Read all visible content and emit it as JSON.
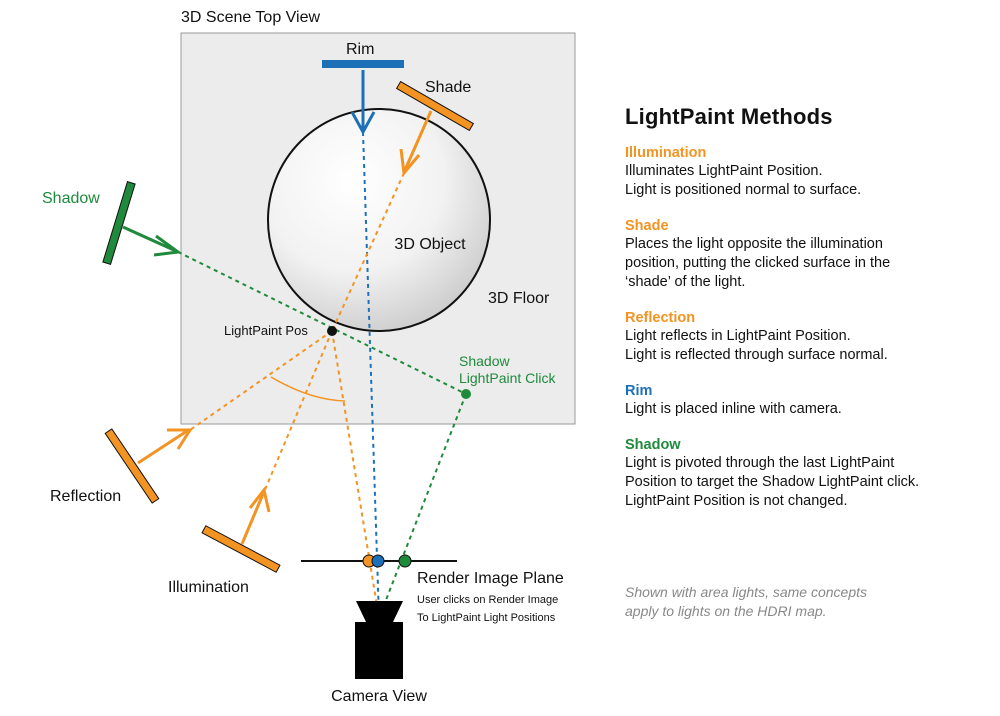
{
  "colors": {
    "orange": "#f39322",
    "blue": "#1c70b8",
    "green": "#1f8a3c",
    "floor": "#ececec",
    "text": "#111111",
    "note": "#888888"
  },
  "diagram": {
    "scene_title": "3D Scene Top View",
    "object_label": "3D Object",
    "floor_label": "3D Floor",
    "lightpaint_pos_label": "LightPaint Pos",
    "shadow_click_label_1": "Shadow",
    "shadow_click_label_2": "LightPaint Click",
    "lights": {
      "rim": "Rim",
      "shade": "Shade",
      "shadow": "Shadow",
      "reflection": "Reflection",
      "illumination": "Illumination"
    },
    "render_plane_label": "Render Image Plane",
    "render_plane_sub_1": "User clicks on Render Image",
    "render_plane_sub_2": "To LightPaint Light Positions",
    "camera_label": "Camera View"
  },
  "panel": {
    "title": "LightPaint Methods",
    "methods": [
      {
        "name": "Illumination",
        "color": "#f39322",
        "lines": [
          "Illuminates LightPaint Position.",
          "Light is positioned normal to surface."
        ]
      },
      {
        "name": "Shade",
        "color": "#f39322",
        "lines": [
          "Places the light opposite the illumination",
          "position, putting the clicked surface in the",
          "‘shade’ of the light."
        ]
      },
      {
        "name": "Reflection",
        "color": "#f39322",
        "lines": [
          "Light reflects in LightPaint Position.",
          "Light is reflected through surface normal."
        ]
      },
      {
        "name": "Rim",
        "color": "#1c70b8",
        "lines": [
          "Light is placed inline with camera."
        ]
      },
      {
        "name": "Shadow",
        "color": "#1f8a3c",
        "lines": [
          "Light is pivoted through the last LightPaint",
          "Position to target the Shadow LightPaint click.",
          "LightPaint Position is not changed."
        ]
      }
    ],
    "note_1": "Shown with area lights, same concepts",
    "note_2": "apply to lights on the HDRI map."
  }
}
